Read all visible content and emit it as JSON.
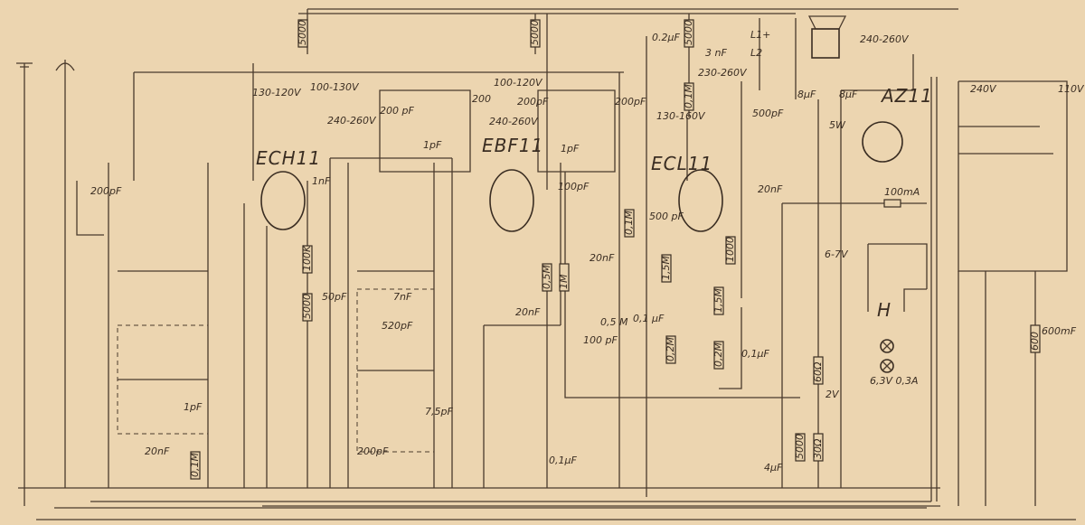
{
  "tubes": {
    "ech11": "ECH11",
    "ebf11": "EBF11",
    "ecl11": "ECL11",
    "az11": "AZ11"
  },
  "voltages": {
    "v1": "130-120V",
    "v2": "100-130V",
    "v3": "240-260V",
    "v4": "100-120V",
    "v5": "240-260V",
    "v6": "240-260V",
    "v7": "230-260V",
    "v8": "130-160V",
    "v9": "6-7V",
    "v10": "2V"
  },
  "components": {
    "c200pf_a": "200 pF",
    "c1pf_a": "1pF",
    "c200_b": "200",
    "c200pf_c": "200pF",
    "c1pf_b": "1pF",
    "c200pf_d": "200pF",
    "c1nf": "1nF",
    "c100pf": "100pF",
    "c02uf": "0.2µF",
    "c3nf": "3 nF",
    "l1": "L1+",
    "l2": "L2",
    "c500pf": "500pF",
    "c8uf_a": "8µF",
    "c8uf_b": "8µF",
    "r5w": "5W",
    "c20nf_a": "20nF",
    "fuse": "100mA",
    "mains_240": "240V",
    "mains_110": "110V",
    "heater": "H",
    "lamps": "6,3V 0,3A",
    "c600": "600mF",
    "c20nf_b": "20nF",
    "c500pf_b": "500 pF",
    "pot05": "0,5 M",
    "c100pf_b": "100 pF",
    "c01uf_a": "0,1 µF",
    "c01uf_b": "0,1µF",
    "c01uf_c": "0,1µF",
    "c4uf": "4µF",
    "c20nf_c": "20nF",
    "c7nf": "7nF",
    "c520pf": "520pF",
    "c75pf": "7,5pF",
    "c200pf_e": "200pF",
    "c20nf_d": "20nF",
    "c1pf_c": "1pF",
    "c200pf_f": "200pF",
    "c50pf": "50pF"
  },
  "resistors": {
    "r1": "5000",
    "r2": "5000",
    "r3": "5000",
    "r4": "0,1M",
    "r5": "0,1M",
    "r6": "1,5M",
    "r7": "0,2M",
    "r8": "1,5M",
    "r9": "0,2M",
    "r10": "100K",
    "r11": "5000",
    "r12": "0,5M",
    "r13": "1M",
    "r14": "0,1M",
    "r15": "1000",
    "r16": "60Ω",
    "r17": "5000",
    "r18": "30Ω",
    "r19": "600"
  }
}
